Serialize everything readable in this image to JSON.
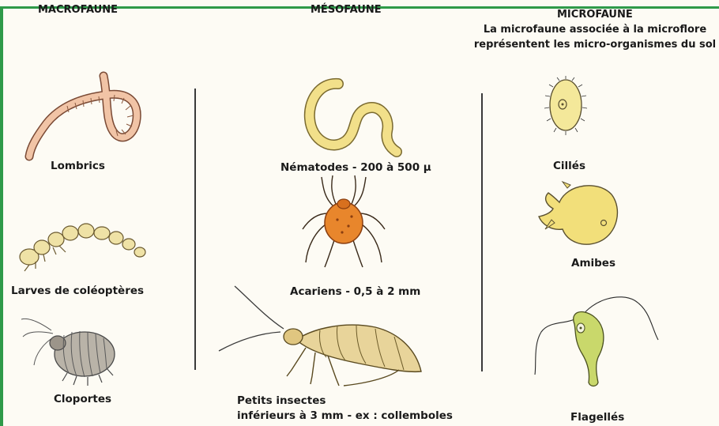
{
  "columns": {
    "macro": {
      "title": "MACROFAUNE",
      "items": [
        {
          "label": "Lombrics",
          "icon": "earthworm-icon"
        },
        {
          "label": "Larves de coléoptères",
          "icon": "beetle-larva-icon"
        },
        {
          "label": "Cloportes",
          "icon": "woodlouse-icon"
        }
      ]
    },
    "meso": {
      "title": "MÉSOFAUNE",
      "items": [
        {
          "label": "Nématodes - 200 à 500 µ",
          "icon": "nematode-icon"
        },
        {
          "label": "Acariens - 0,5 à 2 mm",
          "icon": "mite-icon"
        },
        {
          "label_line1": "Petits insectes",
          "label_line2": "inférieurs à 3 mm - ex : collemboles",
          "icon": "springtail-icon"
        }
      ]
    },
    "micro": {
      "title": "MICROFAUNE",
      "subtitle_line1": "La microfaune associée à la microflore",
      "subtitle_line2": "représentent les micro-organismes du sol",
      "items": [
        {
          "label": "Cillés",
          "icon": "ciliate-icon"
        },
        {
          "label": "Amibes",
          "icon": "amoeba-icon"
        },
        {
          "label": "Flagellés",
          "icon": "flagellate-icon"
        }
      ]
    }
  },
  "colors": {
    "frame": "#2f9a49",
    "flesh": "#f1c4a6",
    "yellow": "#f2e08a",
    "mite": "#e8862c",
    "tan": "#e8d49a",
    "grey": "#b9b3a8",
    "green": "#c9d86b"
  }
}
